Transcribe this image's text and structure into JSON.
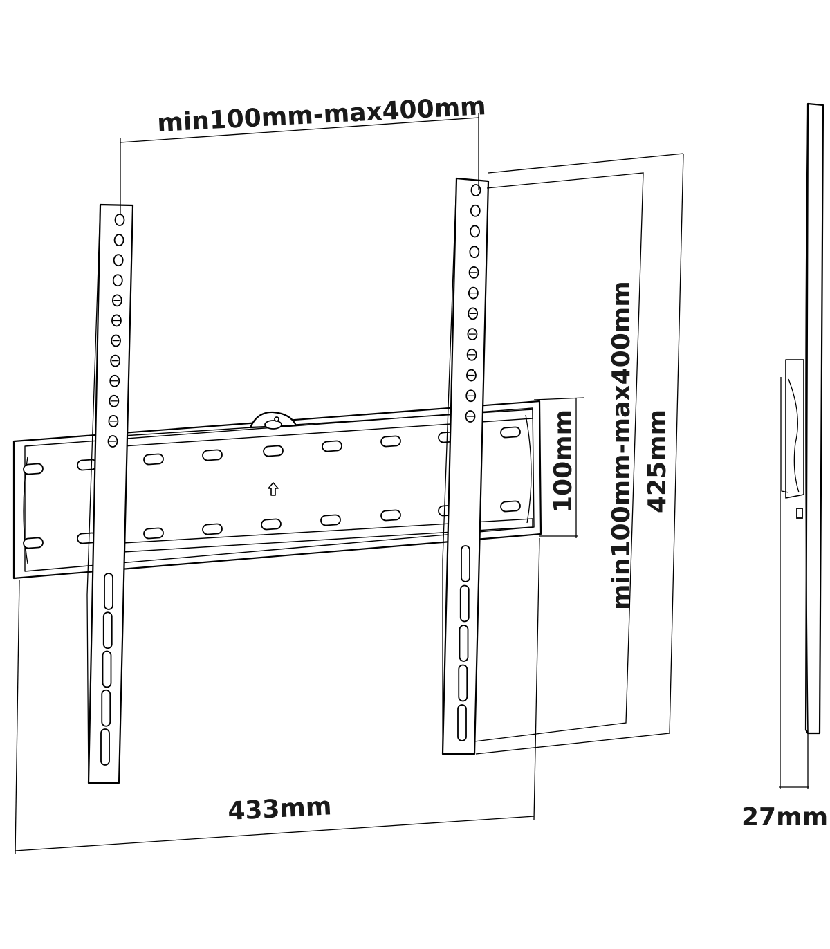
{
  "dimensions": {
    "vesa_horizontal": "min100mm-max400mm",
    "vesa_vertical": "min100mm-max400mm",
    "rail_height": "100mm",
    "bracket_height": "425mm",
    "bracket_width": "433mm",
    "wall_distance": "27mm"
  }
}
